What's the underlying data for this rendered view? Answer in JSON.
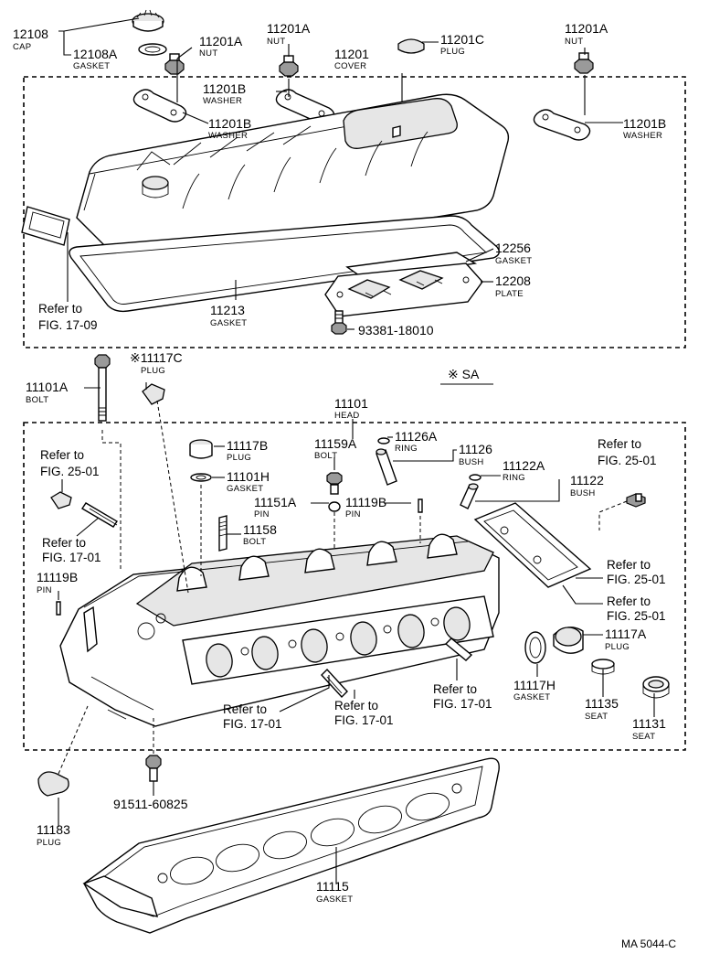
{
  "code": "MA 5044-C",
  "sa_note": "※ SA",
  "labels": {
    "cap": {
      "num": "12108",
      "name": "CAP"
    },
    "gasket_cap": {
      "num": "12108A",
      "name": "GASKET"
    },
    "nut1": {
      "num": "11201A",
      "name": "NUT"
    },
    "nut2": {
      "num": "11201A",
      "name": "NUT"
    },
    "nut3": {
      "num": "11201A",
      "name": "NUT"
    },
    "plug_cover": {
      "num": "11201C",
      "name": "PLUG"
    },
    "cover": {
      "num": "11201",
      "name": "COVER"
    },
    "washer1": {
      "num": "11201B",
      "name": "WASHER"
    },
    "washer2": {
      "num": "11201B",
      "name": "WASHER"
    },
    "washer3": {
      "num": "11201B",
      "name": "WASHER"
    },
    "gasket_plate": {
      "num": "12256",
      "name": "GASKET"
    },
    "plate": {
      "num": "12208",
      "name": "PLATE"
    },
    "gasket_cover": {
      "num": "11213",
      "name": "GASKET"
    },
    "bolt_plate": {
      "num": "93381-18010"
    },
    "bolt_head": {
      "num": "11101A",
      "name": "BOLT"
    },
    "plug_sa": {
      "num": "※11117C",
      "name": "PLUG"
    },
    "head": {
      "num": "11101",
      "name": "HEAD"
    },
    "plug_b": {
      "num": "11117B",
      "name": "PLUG"
    },
    "gasket_h": {
      "num": "11101H",
      "name": "GASKET"
    },
    "bolt_159": {
      "num": "11159A",
      "name": "BOLT"
    },
    "ring_126": {
      "num": "11126A",
      "name": "RING"
    },
    "bush_126": {
      "num": "11126",
      "name": "BUSH"
    },
    "ring_122": {
      "num": "11122A",
      "name": "RING"
    },
    "bush_122": {
      "num": "11122",
      "name": "BUSH"
    },
    "pin_151": {
      "num": "11151A",
      "name": "PIN"
    },
    "pin_119b_a": {
      "num": "11119B",
      "name": "PIN"
    },
    "bolt_158": {
      "num": "11158",
      "name": "BOLT"
    },
    "pin_119b_b": {
      "num": "11119B",
      "name": "PIN"
    },
    "plug_a": {
      "num": "11117A",
      "name": "PLUG"
    },
    "gasket_117h": {
      "num": "11117H",
      "name": "GASKET"
    },
    "seat_135": {
      "num": "11135",
      "name": "SEAT"
    },
    "seat_131": {
      "num": "11131",
      "name": "SEAT"
    },
    "plug_183": {
      "num": "11183",
      "name": "PLUG"
    },
    "bolt_915": {
      "num": "91511-60825"
    },
    "gasket_head": {
      "num": "11115",
      "name": "GASKET"
    }
  },
  "refs": {
    "r1709": [
      "Refer to",
      "FIG. 17-09"
    ],
    "r2501a": [
      "Refer to",
      "FIG. 25-01"
    ],
    "r1701a": [
      "Refer to",
      "FIG. 17-01"
    ],
    "r2501b": [
      "Refer to",
      "FIG. 25-01"
    ],
    "r2501c": [
      "Refer to",
      "FIG. 25-01"
    ],
    "r2501d": [
      "Refer to",
      "FIG. 25-01"
    ],
    "r1701b": [
      "Refer to",
      "FIG. 17-01"
    ],
    "r1701c": [
      "Refer to",
      "FIG. 17-01"
    ],
    "r1701d": [
      "Refer to",
      "FIG. 17-01"
    ]
  }
}
